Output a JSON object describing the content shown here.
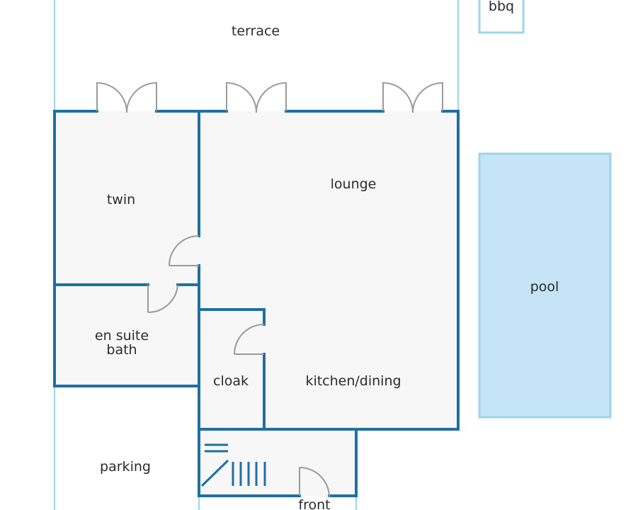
{
  "labels": {
    "terrace": "terrace",
    "bbq": "bbq",
    "twin": "twin",
    "lounge": "lounge",
    "pool": "pool",
    "en_suite_1": "en suite",
    "en_suite_2": "bath",
    "cloak": "cloak",
    "kitchen": "kitchen/dining",
    "parking": "parking",
    "front": "front"
  },
  "colors": {
    "wall": "#1f6fa3",
    "outline": "#9fd3ea",
    "room_fill": "#f7f7f7",
    "pool_fill": "#c6e4f7",
    "door": "#9a9a9a",
    "text": "#2b2b2b"
  }
}
